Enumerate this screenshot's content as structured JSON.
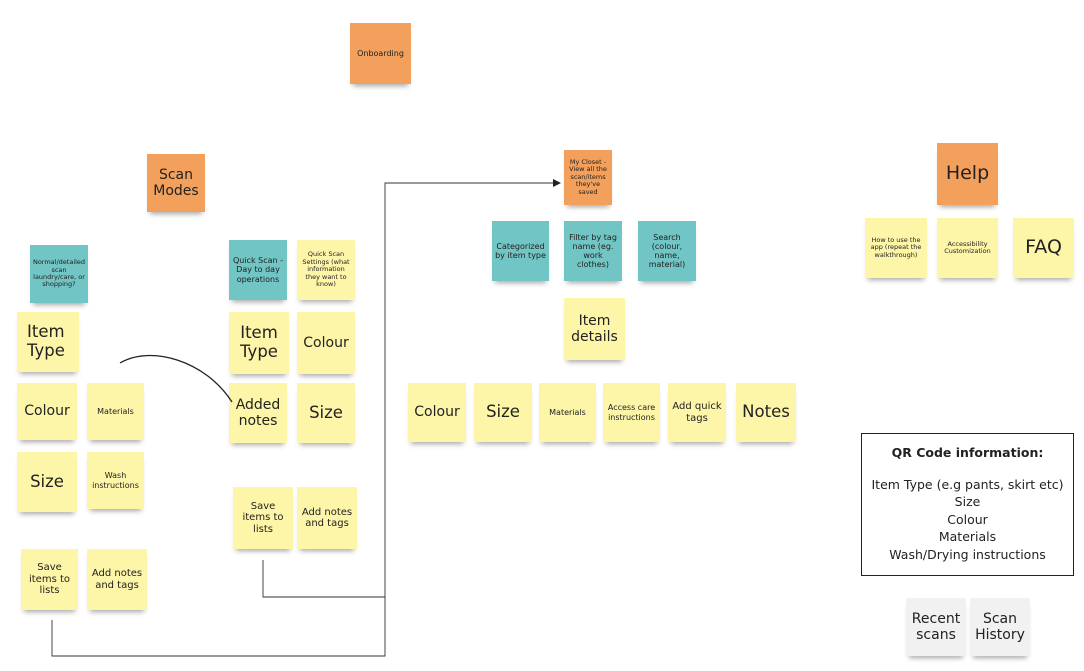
{
  "notes": {
    "onboarding": "Onboarding",
    "scan_modes": "Scan Modes",
    "normal_scan": "Normal/detailed scan laundry/care, or shopping?",
    "normal_item_type": "Item Type",
    "normal_colour": "Colour",
    "normal_materials": "Materials",
    "normal_size": "Size",
    "normal_wash": "Wash instructions",
    "normal_save": "Save items to lists",
    "normal_add_notes": "Add notes and tags",
    "quick_scan": "Quick Scan - Day to day operations",
    "quick_settings": "Quick Scan Settings (what information they want to know)",
    "quick_item_type": "Item Type",
    "quick_colour": "Colour",
    "quick_added_notes": "Added notes",
    "quick_size": "Size",
    "quick_save": "Save items to lists",
    "quick_add_notes": "Add notes and tags",
    "my_closet": "My Closet - View all the scan/items they've saved",
    "categorized": "Categorized by item type",
    "filter": "Filter by tag name (eg. work clothes)",
    "search": "Search (colour, name, material)",
    "item_details": "Item details",
    "detail_colour": "Colour",
    "detail_size": "Size",
    "detail_materials": "Materials",
    "detail_care": "Access care instructions",
    "detail_quick_tags": "Add quick tags",
    "detail_notes": "Notes",
    "help": "Help",
    "how_to": "How to use the app (repeat the walkthrough)",
    "accessibility": "Accessibility Customization",
    "faq": "FAQ",
    "recent_scans": "Recent scans",
    "scan_history": "Scan History"
  },
  "qr_info": {
    "title": "QR Code information:",
    "lines": [
      "Item Type (e.g pants, skirt etc)",
      "Size",
      "Colour",
      "Materials",
      "Wash/Drying instructions"
    ]
  },
  "colors": {
    "yellow": "#fdf5a8",
    "orange": "#f2a05b",
    "teal": "#71c5c4",
    "gray": "#f1f1f1",
    "connector": "#222222"
  }
}
